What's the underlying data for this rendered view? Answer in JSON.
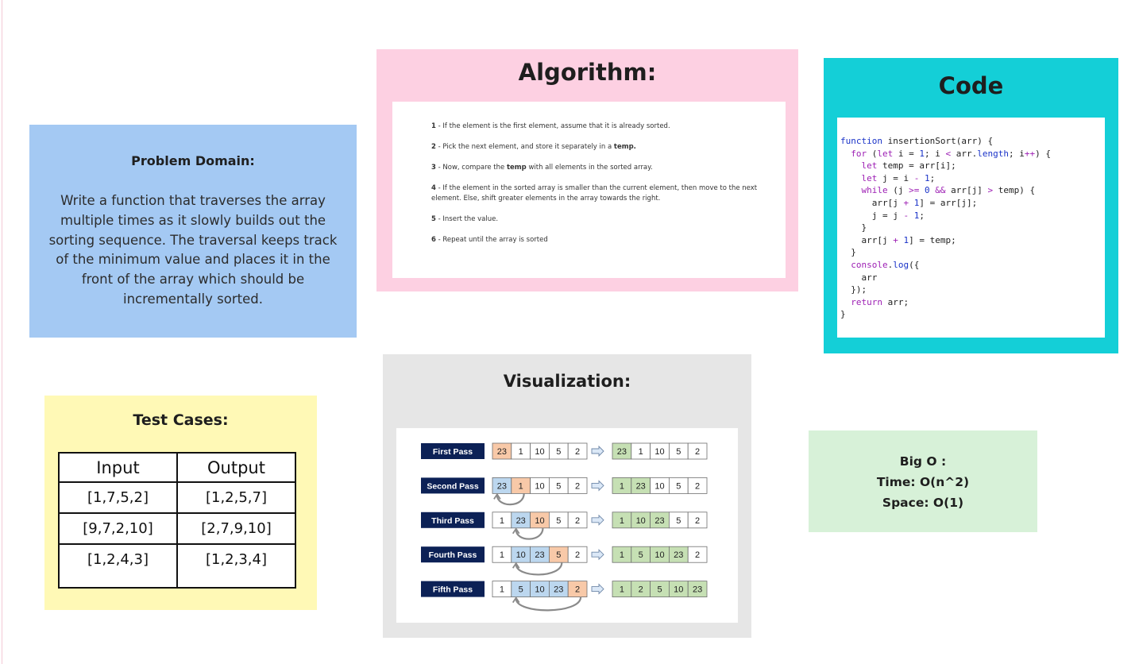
{
  "problem": {
    "title": "Problem Domain:",
    "text": "Write a function that traverses the array multiple times as it slowly builds out the sorting sequence. The traversal keeps track of the minimum value and places it in the front of the array which should be incrementally sorted."
  },
  "algorithm": {
    "title": "Algorithm:",
    "steps": [
      {
        "num": "1",
        "pre": " - If the element is the first element, assume that it is already sorted.",
        "bold": "",
        "post": ""
      },
      {
        "num": "2",
        "pre": " - Pick the next element, and store it separately in a ",
        "bold": "temp.",
        "post": ""
      },
      {
        "num": "3",
        "pre": " - Now, compare the ",
        "bold": "temp",
        "post": " with all elements in the sorted array."
      },
      {
        "num": "4",
        "pre": " - If the element in the sorted array is smaller than the current element, then move to the next element. Else, shift greater elements in the array towards the right.",
        "bold": "",
        "post": ""
      },
      {
        "num": "5",
        "pre": " - Insert the value.",
        "bold": "",
        "post": ""
      },
      {
        "num": "6",
        "pre": " - Repeat until the array is sorted",
        "bold": "",
        "post": ""
      }
    ]
  },
  "code": {
    "title": "Code",
    "lines": [
      "function insertionSort(arr) {",
      "  for (let i = 1; i < arr.length; i++) {",
      "    let temp = arr[i];",
      "    let j = i - 1;",
      "    while (j >= 0 && arr[j] > temp) {",
      "      arr[j + 1] = arr[j];",
      "      j = j - 1;",
      "    }",
      "    arr[j + 1] = temp;",
      "  }",
      "  console.log({",
      "    arr",
      "  });",
      "  return arr;",
      "}"
    ]
  },
  "tests": {
    "title": "Test Cases:",
    "headers": [
      "Input",
      "Output"
    ],
    "rows": [
      [
        "[1,7,5,2]",
        "[1,2,5,7]"
      ],
      [
        "[9,7,2,10]",
        "[2,7,9,10]"
      ],
      [
        "[1,2,4,3]",
        "[1,2,3,4]"
      ]
    ]
  },
  "visualization": {
    "title": "Visualization:",
    "colors": {
      "label_bg": "#0c2156",
      "current": "#f8c9a8",
      "compared": "#bcd7ef",
      "result": "#c6e0b4",
      "plain": "#ffffff",
      "border": "#6f6f6f"
    },
    "passes": [
      {
        "label": "First Pass",
        "before": [
          "23",
          "1",
          "10",
          "5",
          "2"
        ],
        "before_colors": [
          "current",
          "plain",
          "plain",
          "plain",
          "plain"
        ],
        "after": [
          "23",
          "1",
          "10",
          "5",
          "2"
        ],
        "after_green": 1,
        "arc_from": -1,
        "arc_to": -1
      },
      {
        "label": "Second Pass",
        "before": [
          "23",
          "1",
          "10",
          "5",
          "2"
        ],
        "before_colors": [
          "compared",
          "current",
          "plain",
          "plain",
          "plain"
        ],
        "after": [
          "1",
          "23",
          "10",
          "5",
          "2"
        ],
        "after_green": 2,
        "arc_from": 1,
        "arc_to": 0
      },
      {
        "label": "Third Pass",
        "before": [
          "1",
          "23",
          "10",
          "5",
          "2"
        ],
        "before_colors": [
          "plain",
          "compared",
          "current",
          "plain",
          "plain"
        ],
        "after": [
          "1",
          "10",
          "23",
          "5",
          "2"
        ],
        "after_green": 3,
        "arc_from": 2,
        "arc_to": 1
      },
      {
        "label": "Fourth Pass",
        "before": [
          "1",
          "10",
          "23",
          "5",
          "2"
        ],
        "before_colors": [
          "plain",
          "compared",
          "compared",
          "current",
          "plain"
        ],
        "after": [
          "1",
          "5",
          "10",
          "23",
          "2"
        ],
        "after_green": 4,
        "arc_from": 3,
        "arc_to": 1
      },
      {
        "label": "Fifth Pass",
        "before": [
          "1",
          "5",
          "10",
          "23",
          "2"
        ],
        "before_colors": [
          "plain",
          "compared",
          "compared",
          "compared",
          "current"
        ],
        "after": [
          "1",
          "2",
          "5",
          "10",
          "23"
        ],
        "after_green": 5,
        "arc_from": 4,
        "arc_to": 1
      }
    ]
  },
  "bigo": {
    "title": "Big O :",
    "time": "Time: O(n^2)",
    "space": "Space: O(1)"
  }
}
